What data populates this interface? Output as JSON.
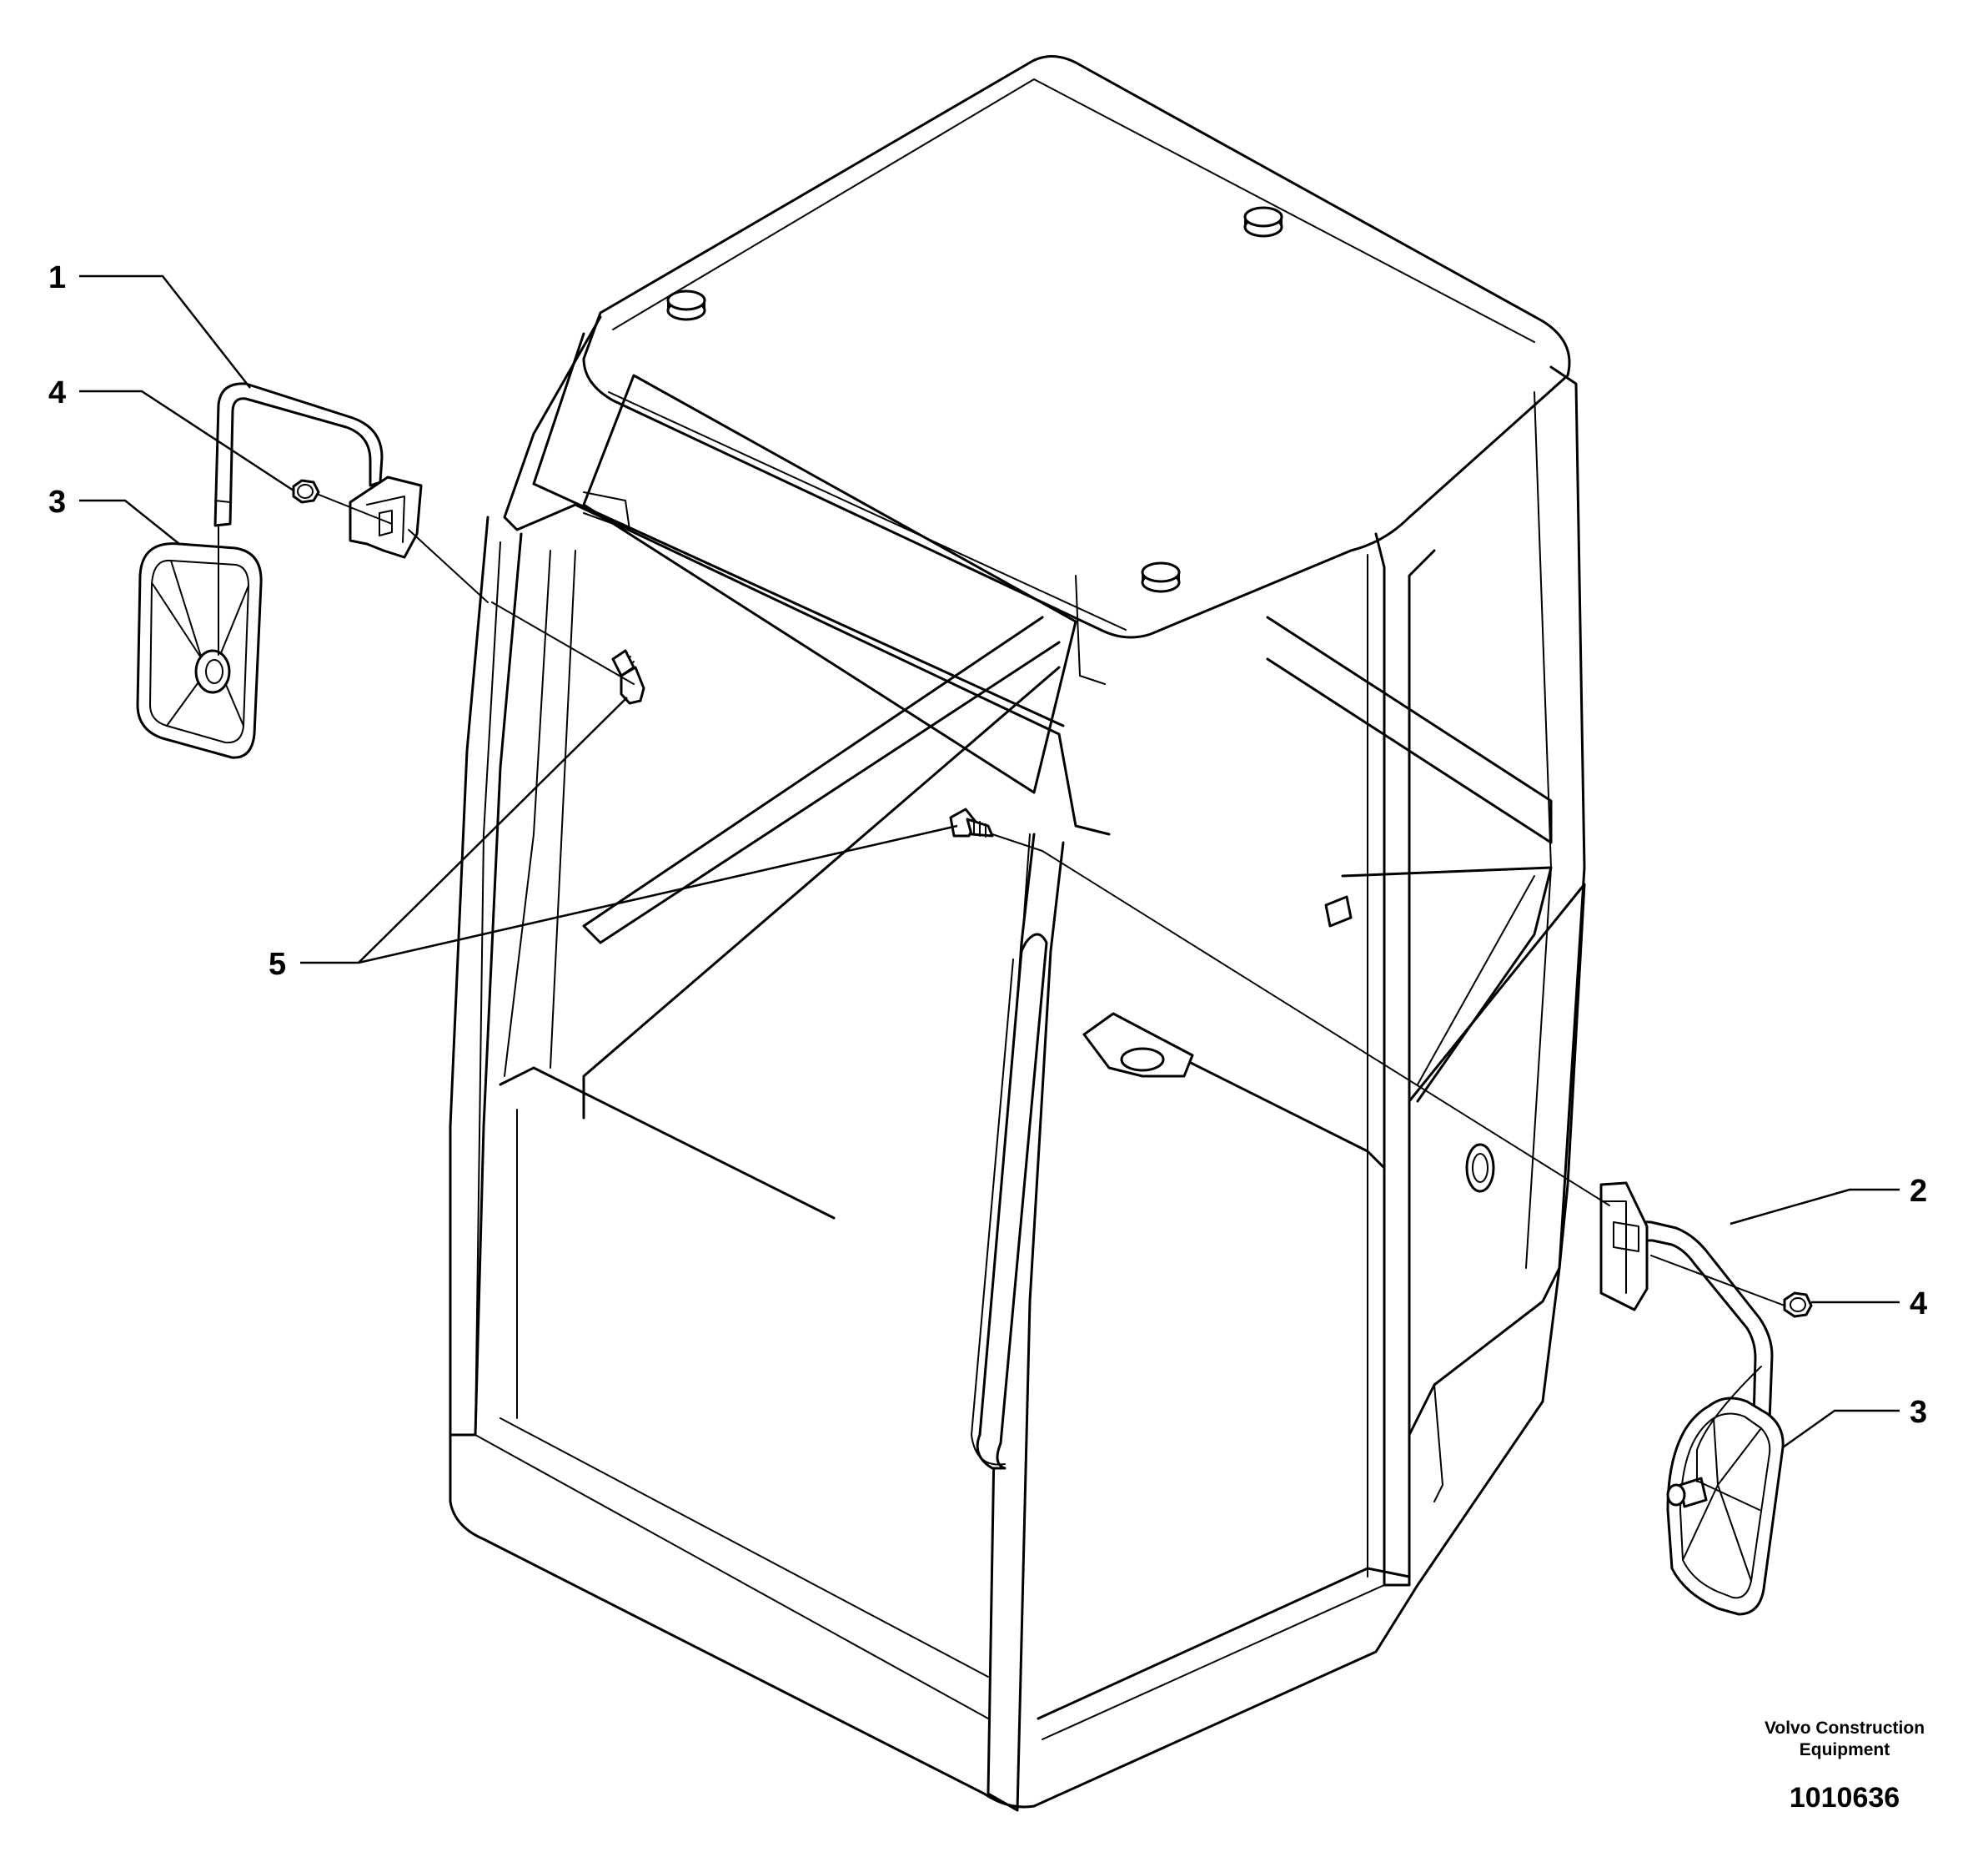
{
  "callouts": {
    "c1": "1",
    "c2": "2",
    "c3_left": "3",
    "c3_right": "3",
    "c4_left": "4",
    "c4_right": "4",
    "c5": "5"
  },
  "footer": {
    "manufacturer_line1": "Volvo Construction",
    "manufacturer_line2": "Equipment",
    "drawing_number": "1010636"
  }
}
